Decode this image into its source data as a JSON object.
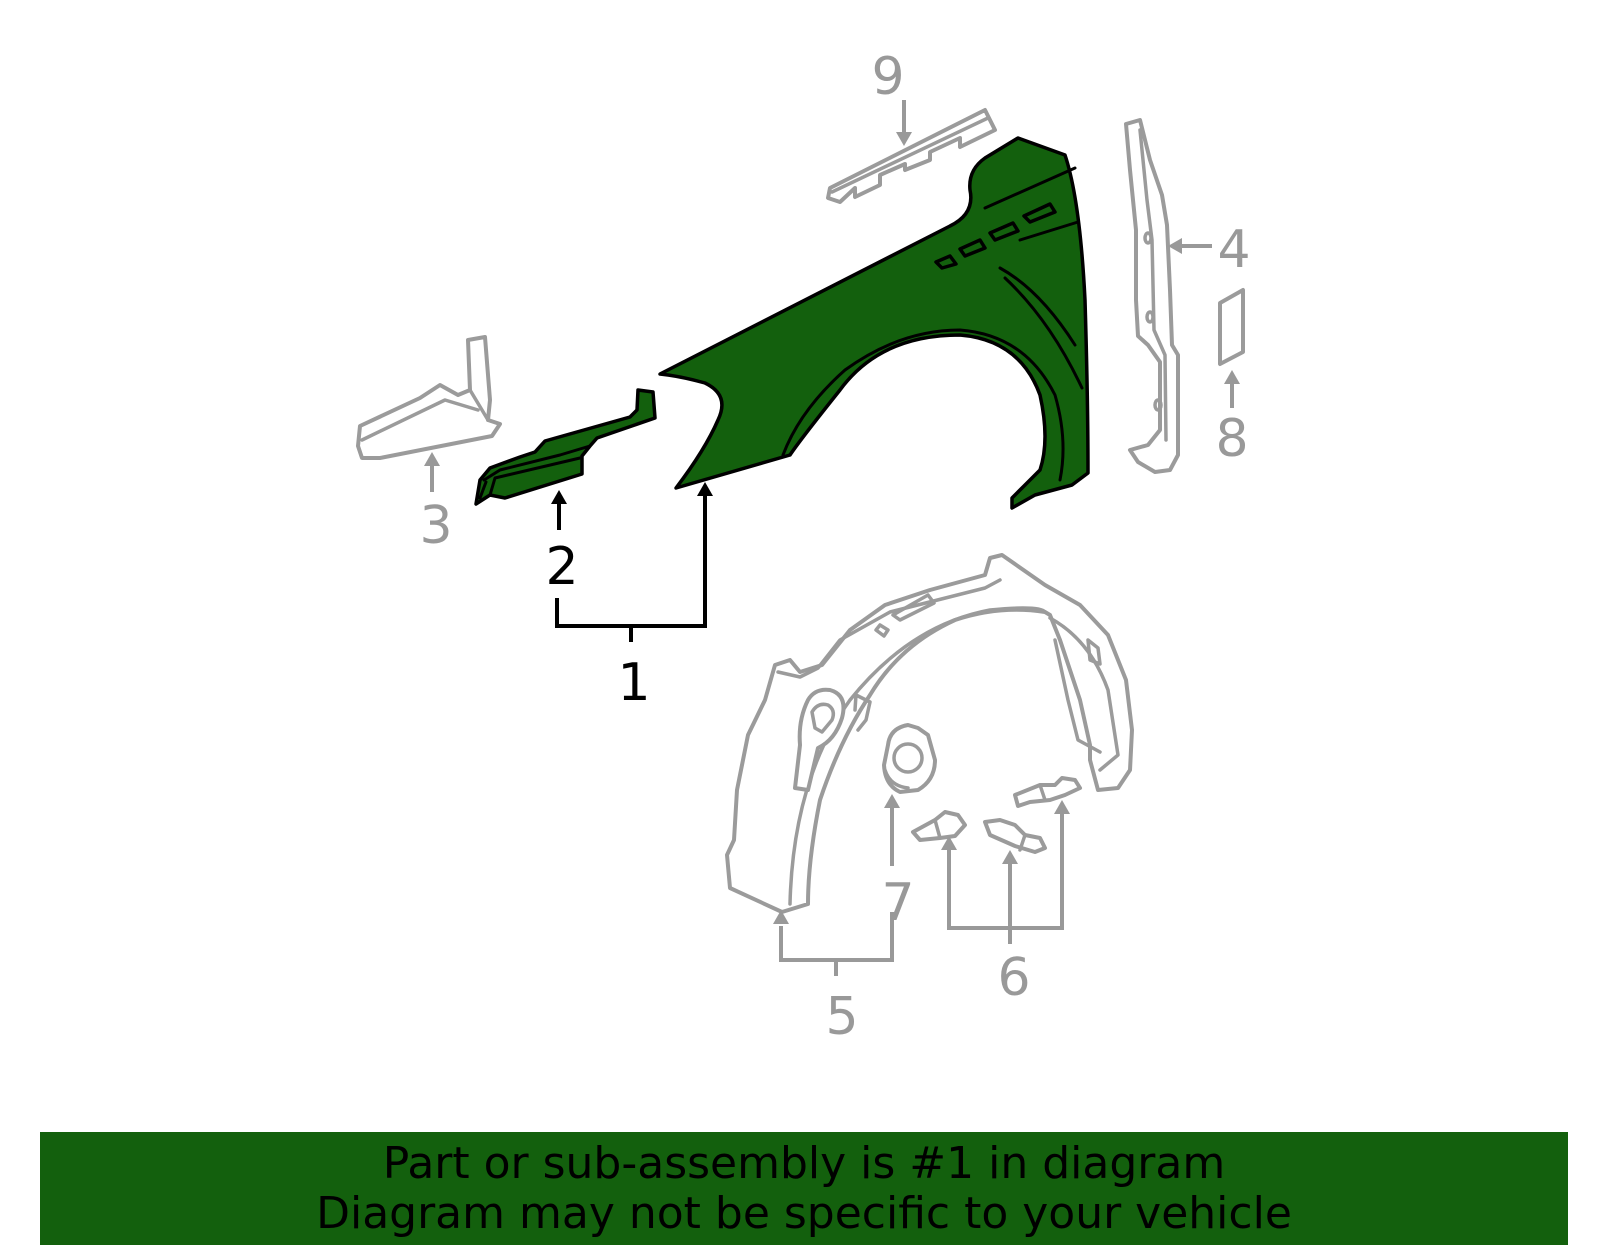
{
  "callouts": {
    "c1": "1",
    "c2": "2",
    "c3": "3",
    "c4": "4",
    "c5": "5",
    "c6": "6",
    "c7": "7",
    "c8": "8",
    "c9": "9"
  },
  "highlighted_callouts": [
    "1",
    "2"
  ],
  "colors": {
    "highlight": "#13600d",
    "outline": "#000000",
    "ghost": "#9b9b9b",
    "banner_bg": "#13600d"
  },
  "banner": {
    "line1": "Part or sub-assembly is #1 in diagram",
    "line2": "Diagram may not be specific to your vehicle"
  }
}
